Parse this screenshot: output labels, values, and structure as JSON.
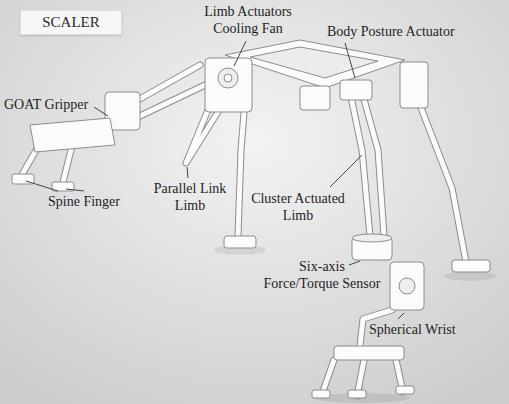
{
  "diagram": {
    "nodes": [
      {
        "text": [
          "SCALER"
        ]
      }
    ],
    "labels": [
      "Limb Actuators Cooling Fan",
      "Body Posture Actuator",
      "GOAT Gripper",
      "Spine Finger",
      "Parallel Link Limb",
      "Cluster Actuated Limb",
      "Six-axis Force/Torque Sensor",
      "Spherical Wrist"
    ]
  }
}
